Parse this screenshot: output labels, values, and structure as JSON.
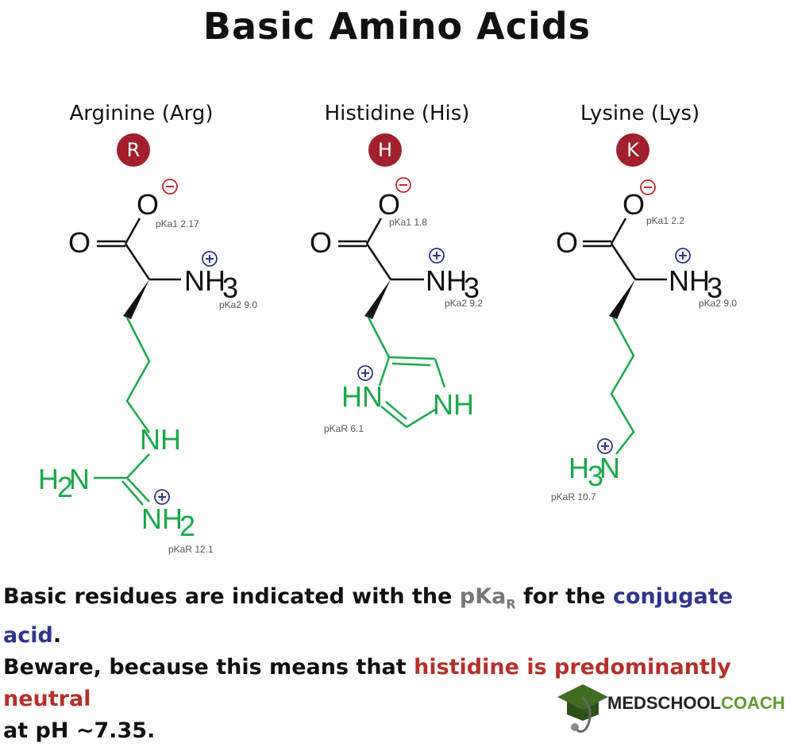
{
  "title": "Basic Amino Acids",
  "amino_acids": [
    {
      "name": "Arginine (Arg)",
      "letter": "R",
      "pka1": "pKa1 2.17",
      "pka2": "pKa2 9.0",
      "pkaR": "pKaR 12.1"
    },
    {
      "name": "Histidine (His)",
      "letter": "H",
      "pka1": "pKa1 1.8",
      "pka2": "pKa2 9.2",
      "pkaR": "pKaR 6.1"
    },
    {
      "name": "Lysine (Lys)",
      "letter": "K",
      "pka1": "pKa1 2.2",
      "pka2": "pKa2 9.0",
      "pkaR": "pKaR 10.7"
    }
  ],
  "footer": {
    "line1_a": "Basic residues are indicated with the",
    "line1_pka": "pKa",
    "line1_sub": "R",
    "line1_b": "for the",
    "line1_conj": "conjugate acid",
    "line1_end": ".",
    "line2_a": "Beware, because this means that",
    "line2_red": "histidine is predominantly neutral",
    "line3": "at pH ~7.35."
  },
  "brand": {
    "part1": "MEDSCHOOL",
    "part2": "COACH"
  },
  "colors": {
    "badge": "#a21f2c",
    "side_chain": "#1aa84a",
    "charge": "#2e3490",
    "neg_charge": "#c0282e"
  }
}
